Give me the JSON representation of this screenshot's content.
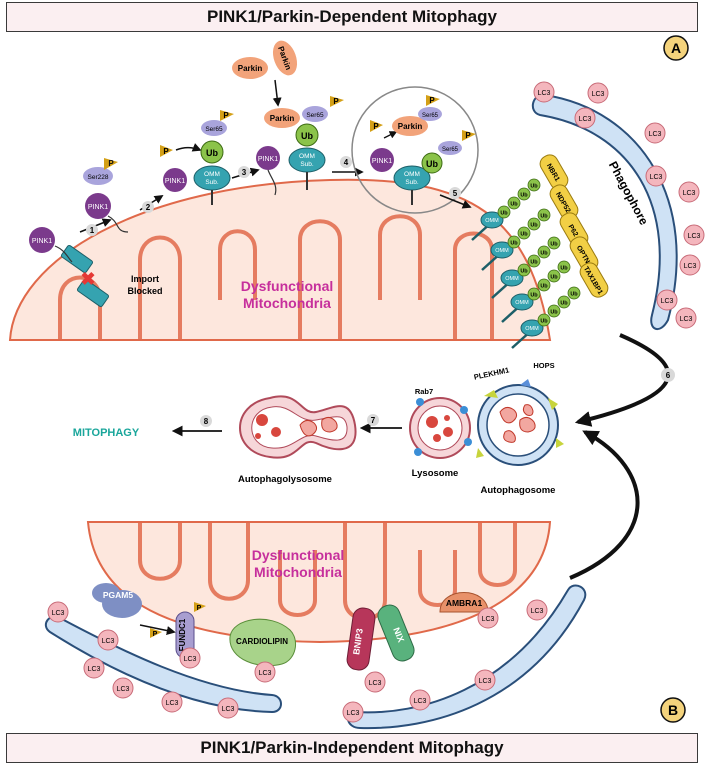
{
  "titles": {
    "top": "PINK1/Parkin-Dependent Mitophagy",
    "bottom": "PINK1/Parkin-Independent Mitophagy"
  },
  "panels": {
    "a": "A",
    "b": "B"
  },
  "steps": [
    "1",
    "2",
    "3",
    "4",
    "5",
    "6",
    "7",
    "8"
  ],
  "labels": {
    "pink1": "PINK1",
    "parkin": "Parkin",
    "ser228": "Ser228",
    "ser65": "Ser65",
    "p": "P",
    "ub": "Ub",
    "omm_line1": "OMM",
    "omm_line2": "Sub.",
    "import_line1": "Import",
    "import_line2": "Blocked",
    "dys_line1": "Dysfunctional",
    "dys_line2": "Mitochondria",
    "phagophore": "Phagophore",
    "lc3": "LC3",
    "mitophagy": "MITOPHAGY",
    "autophagolysosome": "Autophagolysosome",
    "lysosome": "Lysosome",
    "autophagosome": "Autophagosome",
    "rab7": "Rab7",
    "plekhm1": "PLEKHM1",
    "hops": "HOPS",
    "pgam5": "PGAM5",
    "fundc1": "FUNDC1",
    "cardiolipin": "CARDIOLIPIN",
    "bnip3": "BNIP3",
    "nix": "NIX",
    "ambra1": "AMBRA1"
  },
  "receptors": [
    "NBR1",
    "NDP52",
    "P62",
    "OPTN",
    "TAX1BP1"
  ],
  "colors": {
    "mito_fill": "#fde7dd",
    "mito_stroke": "#e0694a",
    "pink1": "#7b3a8c",
    "parkin": "#f2a37a",
    "ub": "#8bc34a",
    "ser": "#a9a4dc",
    "phospho": "#d4a017",
    "omm": "#35a3b0",
    "lc3": "#f4b6bd",
    "phagophore": "#cfe2f5",
    "receptor": "#f2cf45",
    "title_magenta": "#c62f9c",
    "mitophagy_teal": "#1aa69b",
    "bnip3": "#b7365a",
    "nix": "#59b27d",
    "cardiolipin": "#a8d38a",
    "ambra1": "#e8916a",
    "pgam5": "#7e8fc4"
  }
}
